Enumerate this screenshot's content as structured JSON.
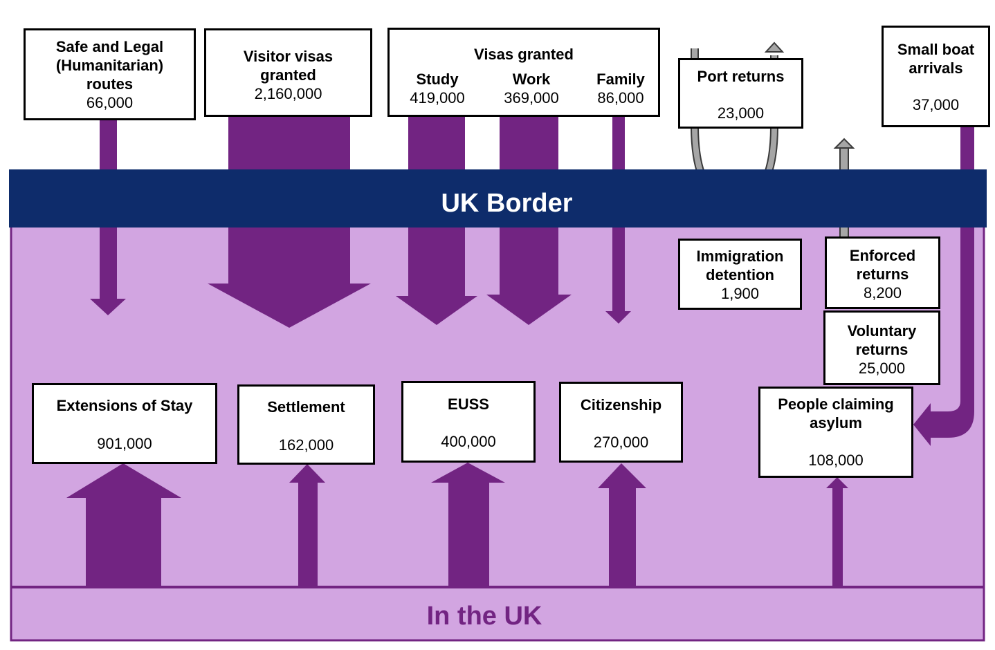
{
  "colors": {
    "flow_arrow": "#722482",
    "grey_arrow": "#a6a6a6",
    "uk_area": "#d2a5e1",
    "border_band": "#0e2c6b",
    "in_uk_text": "#722482"
  },
  "border_label": "UK Border",
  "in_uk_label": "In the UK",
  "entries": {
    "safe_legal": {
      "title_lines": [
        "Safe and Legal",
        "(Humanitarian)",
        "routes"
      ],
      "value": "66,000"
    },
    "visitor": {
      "title_lines": [
        "Visitor visas",
        "granted"
      ],
      "value": "2,160,000"
    },
    "visas_granted": {
      "title": "Visas granted",
      "study": {
        "label": "Study",
        "value": "419,000"
      },
      "work": {
        "label": "Work",
        "value": "369,000"
      },
      "family": {
        "label": "Family",
        "value": "86,000"
      }
    },
    "port_returns": {
      "title": "Port returns",
      "value": "23,000"
    },
    "small_boat": {
      "title_lines": [
        "Small boat",
        "arrivals"
      ],
      "value": "37,000"
    }
  },
  "returns": {
    "detention": {
      "title_lines": [
        "Immigration",
        "detention"
      ],
      "value": "1,900"
    },
    "enforced": {
      "title_lines": [
        "Enforced",
        "returns"
      ],
      "value": "8,200"
    },
    "voluntary": {
      "title_lines": [
        "Voluntary",
        "returns"
      ],
      "value": "25,000"
    }
  },
  "in_uk": {
    "extensions": {
      "title": "Extensions of Stay",
      "value": "901,000"
    },
    "settlement": {
      "title": "Settlement",
      "value": "162,000"
    },
    "euss": {
      "title": "EUSS",
      "value": "400,000"
    },
    "citizenship": {
      "title": "Citizenship",
      "value": "270,000"
    },
    "asylum": {
      "title_lines": [
        "People claiming",
        "asylum"
      ],
      "value": "108,000"
    }
  }
}
